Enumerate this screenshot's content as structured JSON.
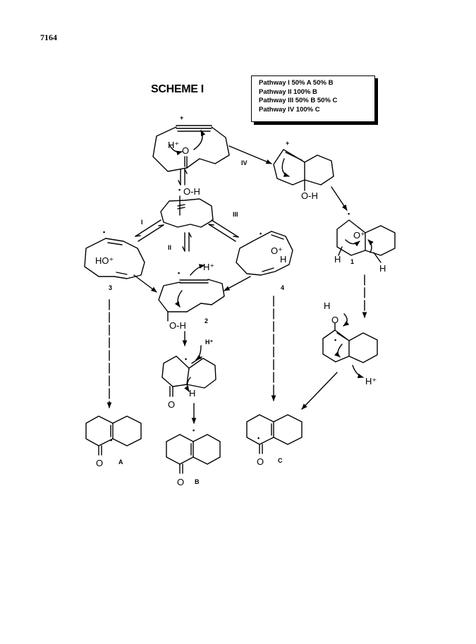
{
  "page_number": "7164",
  "title": "SCHEME I",
  "legend": [
    "Pathway I  50% A 50% B",
    "Pathway II  100%  B",
    "Pathway III 50%  B 50%  C",
    "Pathway IV  100%  C"
  ],
  "pathway_labels": {
    "I": "I",
    "II": "II",
    "III": "III",
    "IV": "IV"
  },
  "compound_labels": {
    "c1": "1",
    "c2": "2",
    "c3": "3",
    "c4": "4",
    "A": "A",
    "B": "B",
    "C": "C"
  },
  "atom_labels": {
    "OH": "O-H",
    "H_plus": "H⁺",
    "HO_plus": "HO⁺",
    "O_plus": "O⁺",
    "H": "H",
    "O": "O",
    "H_O": "H-O",
    "plus": "+",
    "dot": "•"
  }
}
